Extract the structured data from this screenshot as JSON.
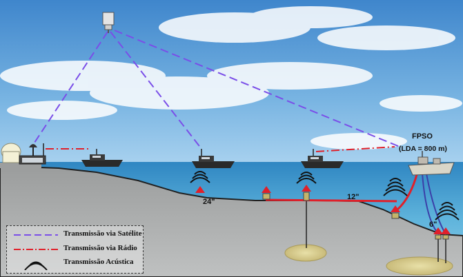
{
  "labels": {
    "fpso": "FPSO",
    "lda": "(LDA = 800 m)",
    "pipe_24": "24\"",
    "pipe_12": "12\"",
    "pipe_6": "6\""
  },
  "legend": {
    "satellite": "Transmissão via Satélite",
    "radio": "Transmissão via Rádio",
    "acoustic": "Transmissão Acústica"
  },
  "colors": {
    "satellite_line": "#7a4ee8",
    "radio_line": "#e0202a",
    "acoustic_waves": "#111111",
    "pipeline": "#e0202a",
    "sea": "#3e93c8",
    "sky": "#5c9fd6",
    "seabed": "#a9abab"
  }
}
